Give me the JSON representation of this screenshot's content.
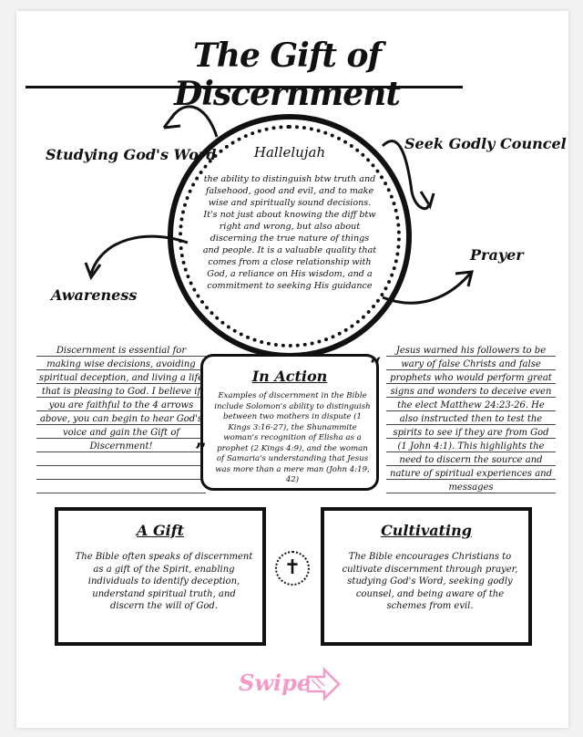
{
  "title": "The Gift of Discernment",
  "labels": {
    "studying": "Studying God's Word",
    "counsel": "Seek Godly Councel",
    "prayer": "Prayer",
    "awareness": "Awareness"
  },
  "circle": {
    "title": "Hallelujah",
    "text": "the ability to distinguish btw truth and falsehood, good and evil, and to make wise and spiritually sound decisions. It's not just about knowing the diff btw right and wrong, but also about discerning the true nature of things and people. It is a valuable quality that comes from a close relationship with God, a reliance on His wisdom, and a commitment to seeking His guidance"
  },
  "left_note": "Discernment is essential for making wise decisions, avoiding spiritual deception, and living a life that is pleasing to God. I believe if you are faithful to the 4 arrows above, you can begin to hear God's voice and gain the Gift of Discernment!",
  "right_note": "Jesus warned his followers to be wary of false Christs and false prophets who would perform great signs and wonders to deceive even the elect Matthew 24:23-26. He also instructed then to test the spirits to see if they are from God (1 John 4:1). This highlights the need to discern the source and nature of spiritual experiences and messages",
  "in_action": {
    "title": "In Action",
    "text": "Examples of discernment in the Bible include Solomon's ability to distinguish between two mothers in dispute (1 Kings 3:16-27), the Shunammite woman's recognition of Elisha as a prophet (2 Kings 4:9), and the woman of Samaria's understanding that Jesus was more than a mere man (John 4:19, 42)"
  },
  "gift": {
    "title": "A Gift",
    "text": "The Bible often speaks of discernment as a gift of the Spirit, enabling individuals to identify deception, understand spiritual truth, and discern the will of God."
  },
  "cultivating": {
    "title": "Cultivating",
    "text": "The Bible encourages Christians to cultivate discernment through prayer, studying God's Word, seeking godly counsel, and being aware of the schemes from evil."
  },
  "cross_glyph": "✝",
  "swipe": "Swipe",
  "colors": {
    "ink": "#111111",
    "swipe_pink": "#f49ac8"
  },
  "icons": [
    "arrow-icon",
    "cross-icon",
    "swipe-arrow-icon",
    "quote-mark-icon"
  ]
}
